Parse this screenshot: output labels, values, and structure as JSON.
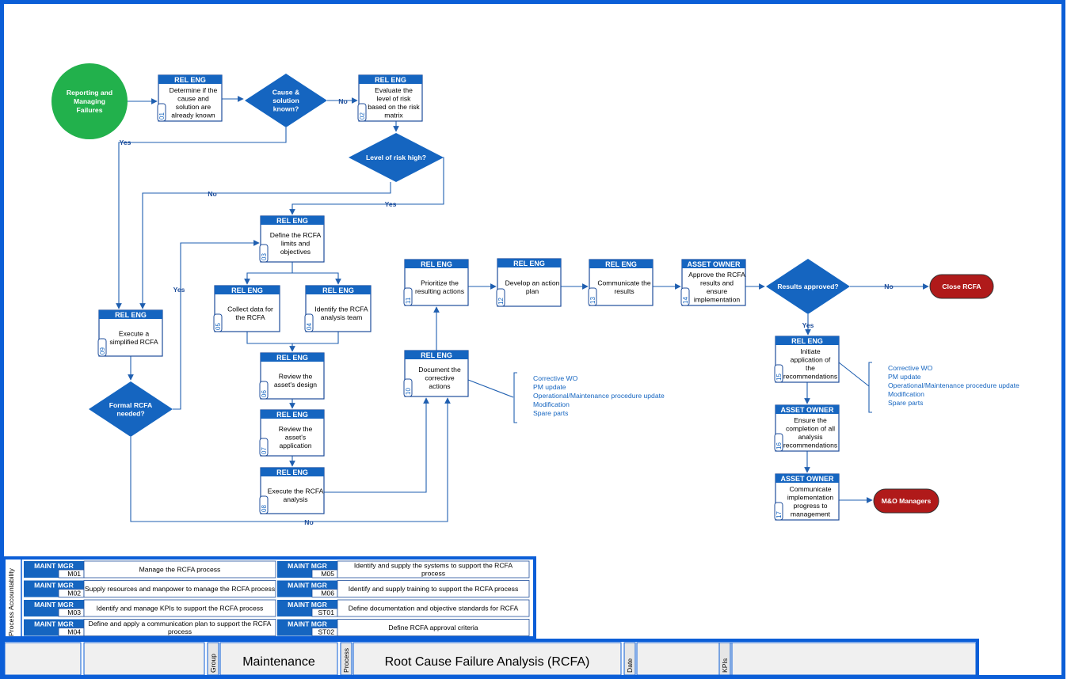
{
  "start": {
    "label": "Reporting and Managing Failures"
  },
  "tasks": [
    {
      "id": "t01",
      "number": "01",
      "role": "REL ENG",
      "text": "Determine if the cause and solution are already known"
    },
    {
      "id": "t02",
      "number": "02",
      "role": "REL ENG",
      "text": "Evaluate the level of risk based on the risk matrix"
    },
    {
      "id": "t03",
      "number": "03",
      "role": "REL ENG",
      "text": "Define the RCFA limits and objectives"
    },
    {
      "id": "t05",
      "number": "05",
      "role": "REL ENG",
      "text": "Collect data for the RCFA"
    },
    {
      "id": "t04",
      "number": "04",
      "role": "REL ENG",
      "text": "Identify the RCFA analysis team"
    },
    {
      "id": "t06",
      "number": "06",
      "role": "REL ENG",
      "text": "Review the asset's design"
    },
    {
      "id": "t07",
      "number": "07",
      "role": "REL ENG",
      "text": "Review the asset's application"
    },
    {
      "id": "t08",
      "number": "08",
      "role": "REL ENG",
      "text": "Execute the RCFA analysis"
    },
    {
      "id": "t09",
      "number": "09",
      "role": "REL ENG",
      "text": "Execute a simplified RCFA"
    },
    {
      "id": "t10",
      "number": "10",
      "role": "REL ENG",
      "text": "Document the corrective actions"
    },
    {
      "id": "t11",
      "number": "11",
      "role": "REL ENG",
      "text": "Prioritize the resulting actions"
    },
    {
      "id": "t12",
      "number": "12",
      "role": "REL ENG",
      "text": "Develop an action plan"
    },
    {
      "id": "t13",
      "number": "13",
      "role": "REL ENG",
      "text": "Communicate the results"
    },
    {
      "id": "t14",
      "number": "14",
      "role": "ASSET OWNER",
      "text": "Approve the RCFA results and ensure implementation"
    },
    {
      "id": "t15",
      "number": "15",
      "role": "REL ENG",
      "text": "Initiate application of the recommendations"
    },
    {
      "id": "t16",
      "number": "16",
      "role": "ASSET OWNER",
      "text": "Ensure the completion of all analysis recommendations"
    },
    {
      "id": "t17",
      "number": "17",
      "role": "ASSET OWNER",
      "text": "Communicate implementation progress to management"
    }
  ],
  "decisions": [
    {
      "id": "d1",
      "text": "Cause & solution known?"
    },
    {
      "id": "d2",
      "text": "Level of risk high?"
    },
    {
      "id": "d3",
      "text": "Formal RCFA needed?"
    },
    {
      "id": "d4",
      "text": "Results approved?"
    }
  ],
  "terminals": [
    {
      "id": "close",
      "text": "Close RCFA"
    },
    {
      "id": "mo",
      "text": "M&O Managers"
    }
  ],
  "edge_labels": {
    "yes": "Yes",
    "no": "No"
  },
  "notes": {
    "bullet_glyph": "",
    "items": [
      "Corrective WO",
      "PM update",
      "Operational/Maintenance procedure update",
      "Modification",
      "Spare parts"
    ]
  },
  "accountability": {
    "title": "Process Accountability",
    "rows": [
      {
        "role": "MAINT MGR",
        "code": "M01",
        "text": "Manage the RCFA process"
      },
      {
        "role": "MAINT MGR",
        "code": "M02",
        "text": "Supply resources and manpower to manage the RCFA process"
      },
      {
        "role": "MAINT MGR",
        "code": "M03",
        "text": "Identify and manage KPIs to support the RCFA process"
      },
      {
        "role": "MAINT MGR",
        "code": "M04",
        "text": "Define and apply a communication plan to support the RCFA process"
      },
      {
        "role": "MAINT MGR",
        "code": "M05",
        "text": "Identify and supply the systems to support the RCFA process"
      },
      {
        "role": "MAINT MGR",
        "code": "M06",
        "text": "Identify and supply training to support the RCFA process"
      },
      {
        "role": "MAINT MGR",
        "code": "ST01",
        "text": "Define documentation and objective standards for RCFA"
      },
      {
        "role": "MAINT MGR",
        "code": "ST02",
        "text": "Define RCFA approval criteria"
      }
    ]
  },
  "footer": {
    "group_label": "Group",
    "group_value": "Maintenance",
    "process_label": "Process",
    "process_value": "Root Cause Failure Analysis (RCFA)",
    "date_label": "Date",
    "date_value": "",
    "kpis_label": "KPIs",
    "kpis_value": ""
  },
  "colors": {
    "frame": "#0b5ed7",
    "primary": "#1565c0",
    "start": "#22b14c",
    "terminal": "#b01a1a"
  }
}
